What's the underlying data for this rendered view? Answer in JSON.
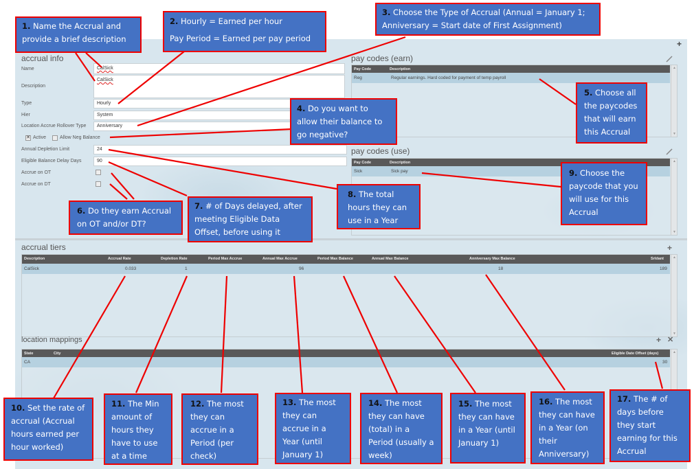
{
  "toolbar": {
    "add_icon": "plus-icon"
  },
  "accrual_info": {
    "title": "accrual info",
    "name_label": "Name",
    "name_value": "CalSick",
    "description_label": "Description",
    "description_value": "CalSick",
    "type_label": "Type",
    "type_value": "Hourly",
    "hier_label": "Hier",
    "hier_value": "System",
    "rollover_label": "Location Accrue Rollover Type",
    "rollover_value": "Anniversary",
    "active_label": "Active",
    "active_checked": true,
    "allow_neg_label": "Allow Neg Balance",
    "allow_neg_checked": false,
    "annual_depletion_label": "Annual Depletion Limit",
    "annual_depletion_value": "24",
    "delay_days_label": "Eligible Balance Delay Days",
    "delay_days_value": "90",
    "accrue_ot_label": "Accrue on OT",
    "accrue_dt_label": "Accrue on DT"
  },
  "pay_codes_earn": {
    "title": "pay codes (earn)",
    "columns": [
      "Pay Code",
      "Description"
    ],
    "rows": [
      {
        "code": "Reg",
        "description": "Regular earnings.  Hard coded for payment of temp payroll"
      }
    ]
  },
  "pay_codes_use": {
    "title": "pay codes (use)",
    "columns": [
      "Pay Code",
      "Description"
    ],
    "rows": [
      {
        "code": "Sick",
        "description": "Sick pay"
      }
    ]
  },
  "accrual_tiers": {
    "title": "accrual tiers",
    "columns": [
      "Description",
      "Accrual Rate",
      "Depletion Rate",
      "Period Max Accrue",
      "Annual Max Accrue",
      "Period Max Balance",
      "Annual Max Balance",
      "Anniversary Max Balance",
      "Srldant"
    ],
    "rows": [
      {
        "description": "CalSick",
        "accrual_rate": "0.033",
        "depletion_rate": "1",
        "period_max_accrue": "",
        "annual_max_accrue": "96",
        "period_max_balance": "",
        "annual_max_balance": "",
        "anniversary_max_balance": "18",
        "srldant": "189"
      }
    ]
  },
  "location_mappings": {
    "title": "location mappings",
    "columns": [
      "State",
      "City",
      "Eligible Date Offset (days)"
    ],
    "rows": [
      {
        "state": "CA",
        "city": "",
        "offset": "30"
      }
    ]
  },
  "callouts": [
    {
      "num": "1.",
      "text": "Name the Accrual and provide a brief description"
    },
    {
      "num": "2.",
      "text": "Hourly = Earned per hour",
      "text2": "Pay Period = Earned per pay period"
    },
    {
      "num": "3.",
      "text": "Choose the Type of Accrual (Annual = January 1; Anniversary = Start date of First Assignment)"
    },
    {
      "num": "4.",
      "text": "Do you want to allow their balance to go negative?"
    },
    {
      "num": "5.",
      "text": "Choose all the paycodes that will earn this Accrual"
    },
    {
      "num": "6.",
      "text": "Do they earn Accrual on OT and/or DT?"
    },
    {
      "num": "7.",
      "text": "# of Days delayed, after meeting Eligible Data Offset, before using it"
    },
    {
      "num": "8.",
      "text": "The total hours they can use in a Year"
    },
    {
      "num": "9.",
      "text": "Choose the paycode that you will use for this Accrual"
    },
    {
      "num": "10.",
      "text": "Set the rate of accrual (Accrual hours earned per hour worked)"
    },
    {
      "num": "11.",
      "text": "The  Min amount of hours they have to use at a time"
    },
    {
      "num": "12.",
      "text": "The most they can accrue in a Period (per check)"
    },
    {
      "num": "13.",
      "text": "The most they can accrue in a Year (until January 1)"
    },
    {
      "num": "14.",
      "text": "The most they can have (total) in a Period (usually a week)"
    },
    {
      "num": "15.",
      "text": "The most they can have in a Year (until January 1)"
    },
    {
      "num": "16.",
      "text": "The most they can have in a Year (on their Anniversary)"
    },
    {
      "num": "17.",
      "text": "The # of days before they start earning for this Accrual"
    }
  ],
  "colors": {
    "callout_bg": "#4472c4",
    "callout_border": "#ee0000",
    "grid_header": "#595959",
    "selected_row": "#b6d1e0"
  }
}
